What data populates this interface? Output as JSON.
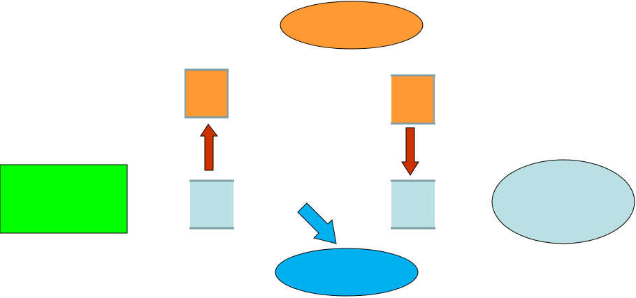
{
  "diagram": {
    "palette": {
      "orange_fill": "#FF9933",
      "light_blue_fill": "#BBE0E3",
      "bright_green_fill": "#00FF00",
      "cyan_blue_fill": "#00B0F0",
      "arrow_red_fill": "#CC3300",
      "square_border": "#7F9FA8",
      "outline": "#000000"
    },
    "shapes": [
      {
        "id": "top-orange-ellipse",
        "shape": "ellipse",
        "fill": "#FF9933"
      },
      {
        "id": "left-orange-square",
        "shape": "square",
        "fill": "#FF9933"
      },
      {
        "id": "right-orange-square",
        "shape": "square",
        "fill": "#FF9933"
      },
      {
        "id": "green-rectangle",
        "shape": "rectangle",
        "fill": "#00FF00"
      },
      {
        "id": "left-light-blue-square",
        "shape": "square",
        "fill": "#BBE0E3"
      },
      {
        "id": "right-light-blue-square",
        "shape": "square",
        "fill": "#BBE0E3"
      },
      {
        "id": "light-blue-ellipse",
        "shape": "ellipse",
        "fill": "#BBE0E3"
      },
      {
        "id": "bottom-blue-ellipse",
        "shape": "ellipse",
        "fill": "#00B0F0"
      }
    ],
    "arrows": [
      {
        "id": "up-arrow",
        "direction": "up",
        "fill": "#CC3300"
      },
      {
        "id": "down-arrow",
        "direction": "down",
        "fill": "#CC3300"
      },
      {
        "id": "diagonal-arrow",
        "direction": "down-right",
        "fill": "#00B0F0"
      }
    ]
  }
}
